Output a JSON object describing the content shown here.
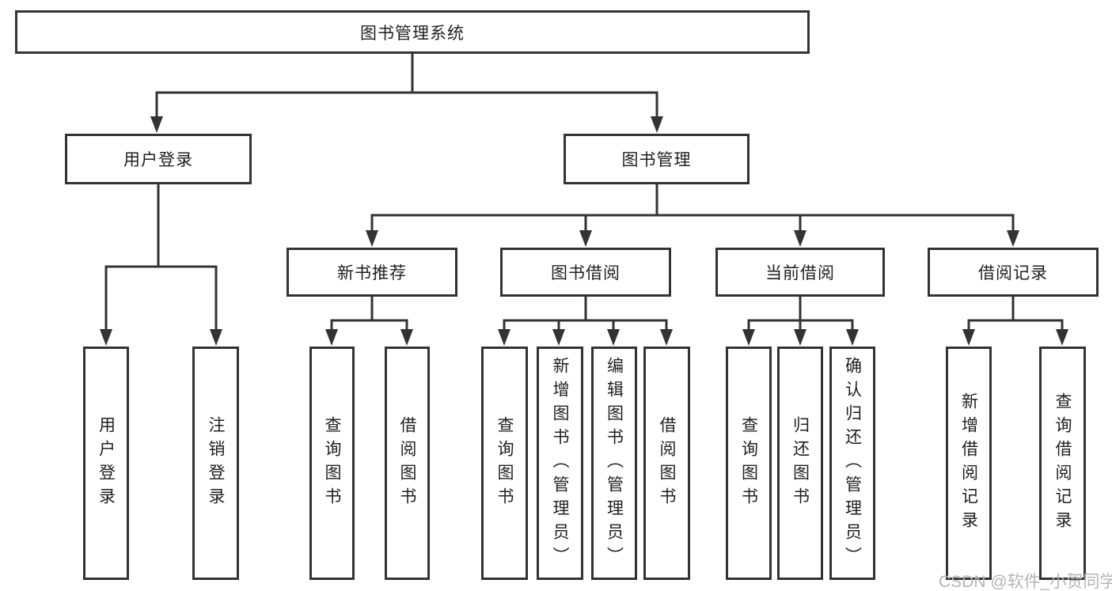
{
  "diagram": {
    "title": "图书管理系统",
    "level2": [
      {
        "label": "用户登录"
      },
      {
        "label": "图书管理"
      }
    ],
    "level3": [
      {
        "label": "新书推荐"
      },
      {
        "label": "图书借阅"
      },
      {
        "label": "当前借阅"
      },
      {
        "label": "借阅记录"
      }
    ],
    "leaves": {
      "user_login": [
        {
          "label": "用户登录"
        },
        {
          "label": "注销登录"
        }
      ],
      "new_book": [
        {
          "label": "查询图书"
        },
        {
          "label": "借阅图书"
        }
      ],
      "book_borrow": [
        {
          "label": "查询图书"
        },
        {
          "label": "新增图书（管理员）"
        },
        {
          "label": "编辑图书（管理员）"
        },
        {
          "label": "借阅图书"
        }
      ],
      "current_borrow": [
        {
          "label": "查询图书"
        },
        {
          "label": "归还图书"
        },
        {
          "label": "确认归还（管理员）"
        }
      ],
      "borrow_record": [
        {
          "label": "新增借阅记录"
        },
        {
          "label": "查询借阅记录"
        }
      ]
    }
  },
  "watermark": "CSDN @软件_小贺同学",
  "colors": {
    "line": "#333333",
    "text": "#1f1f1f",
    "watermark": "#b5b5b5",
    "background": "#ffffff"
  }
}
